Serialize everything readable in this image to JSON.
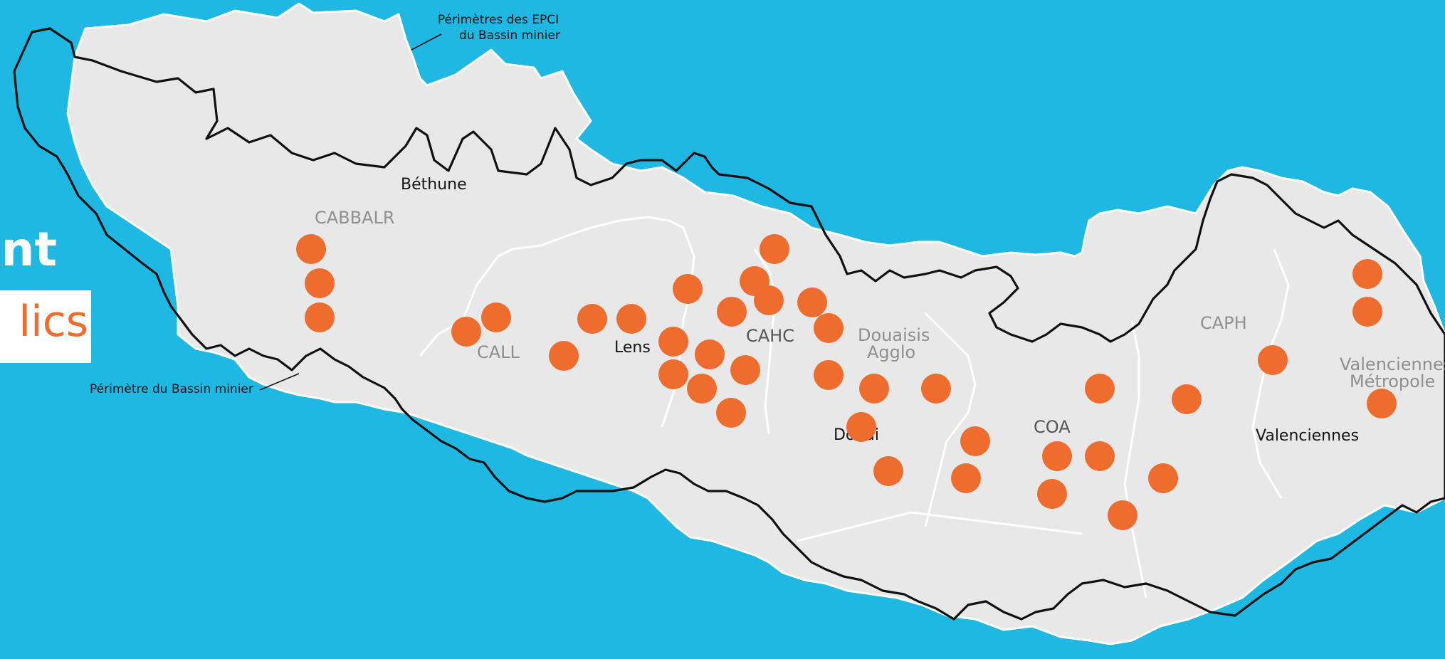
{
  "title": {
    "line1": "nt",
    "line2": "lics"
  },
  "colors": {
    "background": "#1fb8e2",
    "territory": "#e8e8e8",
    "marker": "#ee6c2e",
    "outline": "#111111"
  },
  "annotations": {
    "epci_perimeters": [
      "Périmètres des EPCI",
      "du Bassin minier"
    ],
    "basin_perimeter": "Périmètre du Bassin minier"
  },
  "epci": {
    "cabbalr": "CABBALR",
    "call": "CALL",
    "cahc": "CAHC",
    "douaisis": [
      "Douaisis",
      "Agglo"
    ],
    "coa": "COA",
    "caph": "CAPH",
    "valenciennes_metropole": [
      "Valenciennes",
      "Métropole"
    ]
  },
  "cities": {
    "bethune": "Béthune",
    "lens": "Lens",
    "douai": "Douai",
    "valenciennes": "Valenciennes"
  },
  "marker_count": 39
}
